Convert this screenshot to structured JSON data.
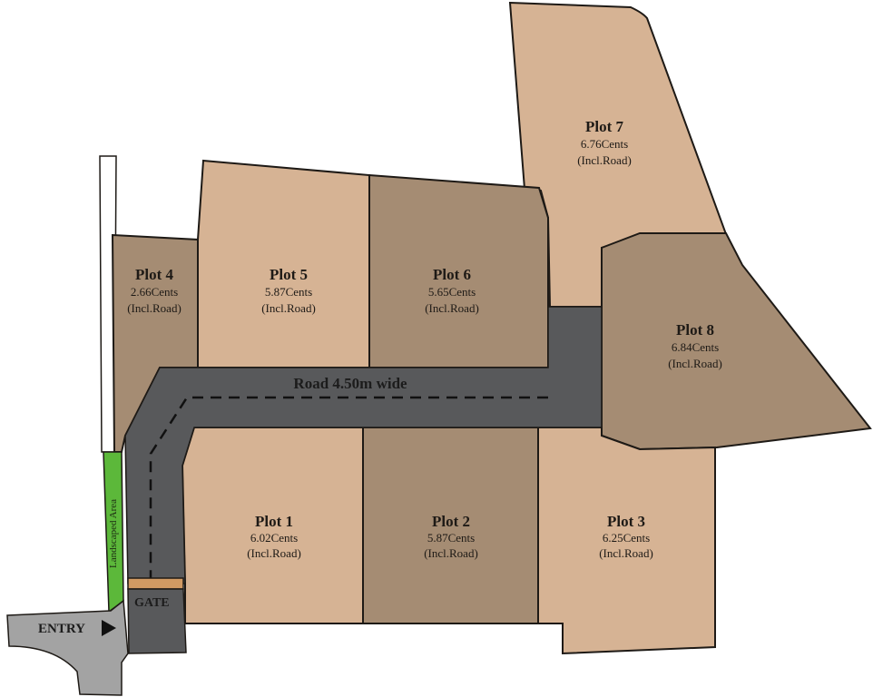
{
  "colors": {
    "plot_light": "#d6b394",
    "plot_dark": "#a58c73",
    "road": "#58595b",
    "entry_road": "#a3a3a3",
    "landscape": "#5cb83a",
    "gate_bar": "#d19a63",
    "outline": "#1e1a16"
  },
  "road": {
    "label": "Road 4.50m wide"
  },
  "gate": {
    "label": "GATE"
  },
  "entry": {
    "label": "ENTRY",
    "arrow_icon": "arrow-right-icon"
  },
  "landscape": {
    "label": "Landscaped Area"
  },
  "plots": [
    {
      "name": "Plot 1",
      "area": "6.02Cents",
      "note": "(Incl.Road)"
    },
    {
      "name": "Plot 2",
      "area": "5.87Cents",
      "note": "(Incl.Road)"
    },
    {
      "name": "Plot 3",
      "area": "6.25Cents",
      "note": "(Incl.Road)"
    },
    {
      "name": "Plot 4",
      "area": "2.66Cents",
      "note": "(Incl.Road)"
    },
    {
      "name": "Plot 5",
      "area": "5.87Cents",
      "note": "(Incl.Road)"
    },
    {
      "name": "Plot 6",
      "area": "5.65Cents",
      "note": "(Incl.Road)"
    },
    {
      "name": "Plot 7",
      "area": "6.76Cents",
      "note": "(Incl.Road)"
    },
    {
      "name": "Plot 8",
      "area": "6.84Cents",
      "note": "(Incl.Road)"
    }
  ]
}
